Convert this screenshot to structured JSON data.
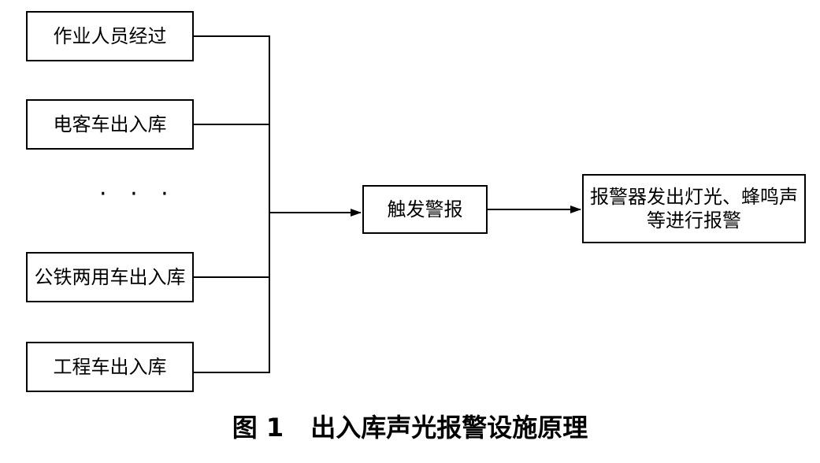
{
  "diagram": {
    "inputs": [
      "作业人员经过",
      "电客车出入库",
      "公铁两用车出入库",
      "工程车出入库"
    ],
    "ellipsis": "· · ·",
    "trigger": "触发警报",
    "output": "报警器发出灯光、蜂鸣声等进行报警"
  },
  "caption": {
    "figure_number": "图 1",
    "title": "出入库声光报警设施原理"
  },
  "colors": {
    "line": "#000000",
    "background": "#ffffff"
  }
}
